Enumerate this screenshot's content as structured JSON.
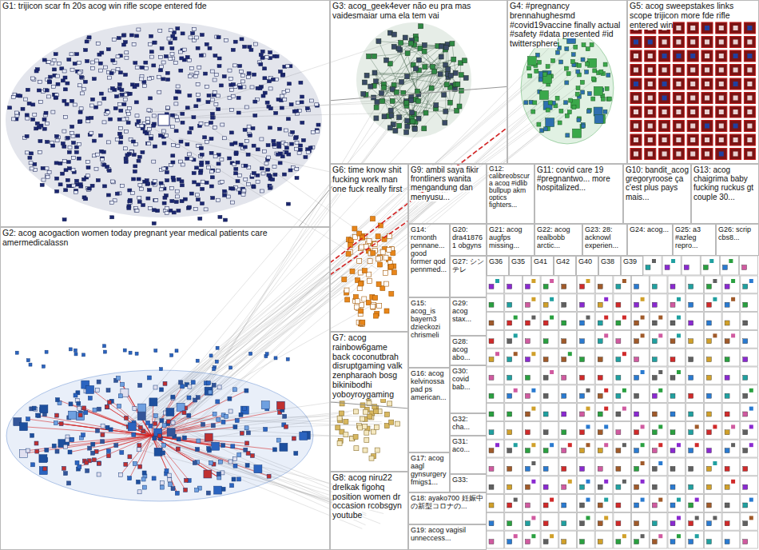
{
  "diagram": {
    "nodes": [
      {
        "text": [
          "G1: trijicon scar fn 20s acog win rifle scope entered fde"
        ]
      },
      {
        "text": [
          "G2: acog acogaction women today pregnant year medical patients care amermedicalassn"
        ]
      },
      {
        "text": [
          "G3: acog_geek4ever não eu pra mas vaidesmaiar uma ela tem vai"
        ]
      },
      {
        "text": [
          "G4: #pregnancy brennahughesmd #covid19vaccine finally actual #safety #data presented #id twittersphere"
        ]
      },
      {
        "text": [
          "G5: acog sweepstakes links scope trijicon more fde rifle entered win"
        ]
      },
      {
        "text": [
          "G6: time know shit fucking work man one fuck really first"
        ]
      },
      {
        "text": [
          "G7: acog rainbow6game back coconutbrah disruptgaming valk zenpharaoh bosg bikinibodhi yoboyroygaming"
        ]
      },
      {
        "text": [
          "G8: acog niru22 drelkak figohq position women dr occasion rcobsgyn youtube"
        ]
      },
      {
        "text": [
          "G9: ambil saya fikir frontliners wanita mengandung dan menyusu..."
        ]
      },
      {
        "text": [
          "G12: calibreobscura acog #idlib bullpup akm optics fighters..."
        ]
      },
      {
        "text": [
          "G11: covid care 19 #pregnantwo... more hospitalized..."
        ]
      },
      {
        "text": [
          "G10: bandit_acog gregoryroose ça c'est plus pays mais..."
        ]
      },
      {
        "text": [
          "G13: acog chaigrima baby fucking ruckus gt couple 30..."
        ]
      },
      {
        "text": [
          "G14: rcmonth pennane... good former qod pennmed..."
        ]
      },
      {
        "text": [
          "G20: dra418761 obgyns"
        ]
      },
      {
        "text": [
          "G21: acog augfps missing..."
        ]
      },
      {
        "text": [
          "G22: acog realbobb arctic..."
        ]
      },
      {
        "text": [
          "G23: 28: acknowl experien..."
        ]
      },
      {
        "text": [
          "G24: acog..."
        ]
      },
      {
        "text": [
          "G25: a3 #azleg repro..."
        ]
      },
      {
        "text": [
          "G26: scrip cbs8..."
        ]
      },
      {
        "text": [
          "G27: シンテレ"
        ]
      },
      {
        "text": [
          "G36"
        ]
      },
      {
        "text": [
          "G35"
        ]
      },
      {
        "text": [
          "G41"
        ]
      },
      {
        "text": [
          "G42"
        ]
      },
      {
        "text": [
          "G40"
        ]
      },
      {
        "text": [
          "G38"
        ]
      },
      {
        "text": [
          "G39"
        ]
      },
      {
        "text": [
          "G15: acog_is bayern3 dzieckozi chrismeli"
        ]
      },
      {
        "text": [
          "G29: acog stax..."
        ]
      },
      {
        "text": [
          "G28: acog abo..."
        ]
      },
      {
        "text": [
          "G16: acog kelvinossa pad ps american..."
        ]
      },
      {
        "text": [
          "G30: covid bab..."
        ]
      },
      {
        "text": [
          "G32: cha..."
        ]
      },
      {
        "text": [
          "G31: aco..."
        ]
      },
      {
        "text": [
          "G17: acog aagl gynsurgery fmigs1..."
        ]
      },
      {
        "text": [
          "G33:"
        ]
      },
      {
        "text": [
          "G18: ayako700 妊娠中の新型コロナの..."
        ]
      },
      {
        "text": [
          "G19: acog vagisil unneccess..."
        ]
      }
    ],
    "edges": [
      {
        "from": 1,
        "to": 3,
        "arrow": "none"
      },
      {
        "from": 0,
        "to": 3,
        "arrow": "none"
      },
      {
        "from": 1,
        "to": 2,
        "arrow": "none"
      },
      {
        "from": 1,
        "to": 32,
        "arrow": "none"
      },
      {
        "from": 1,
        "to": 8,
        "arrow": "none"
      }
    ]
  }
}
